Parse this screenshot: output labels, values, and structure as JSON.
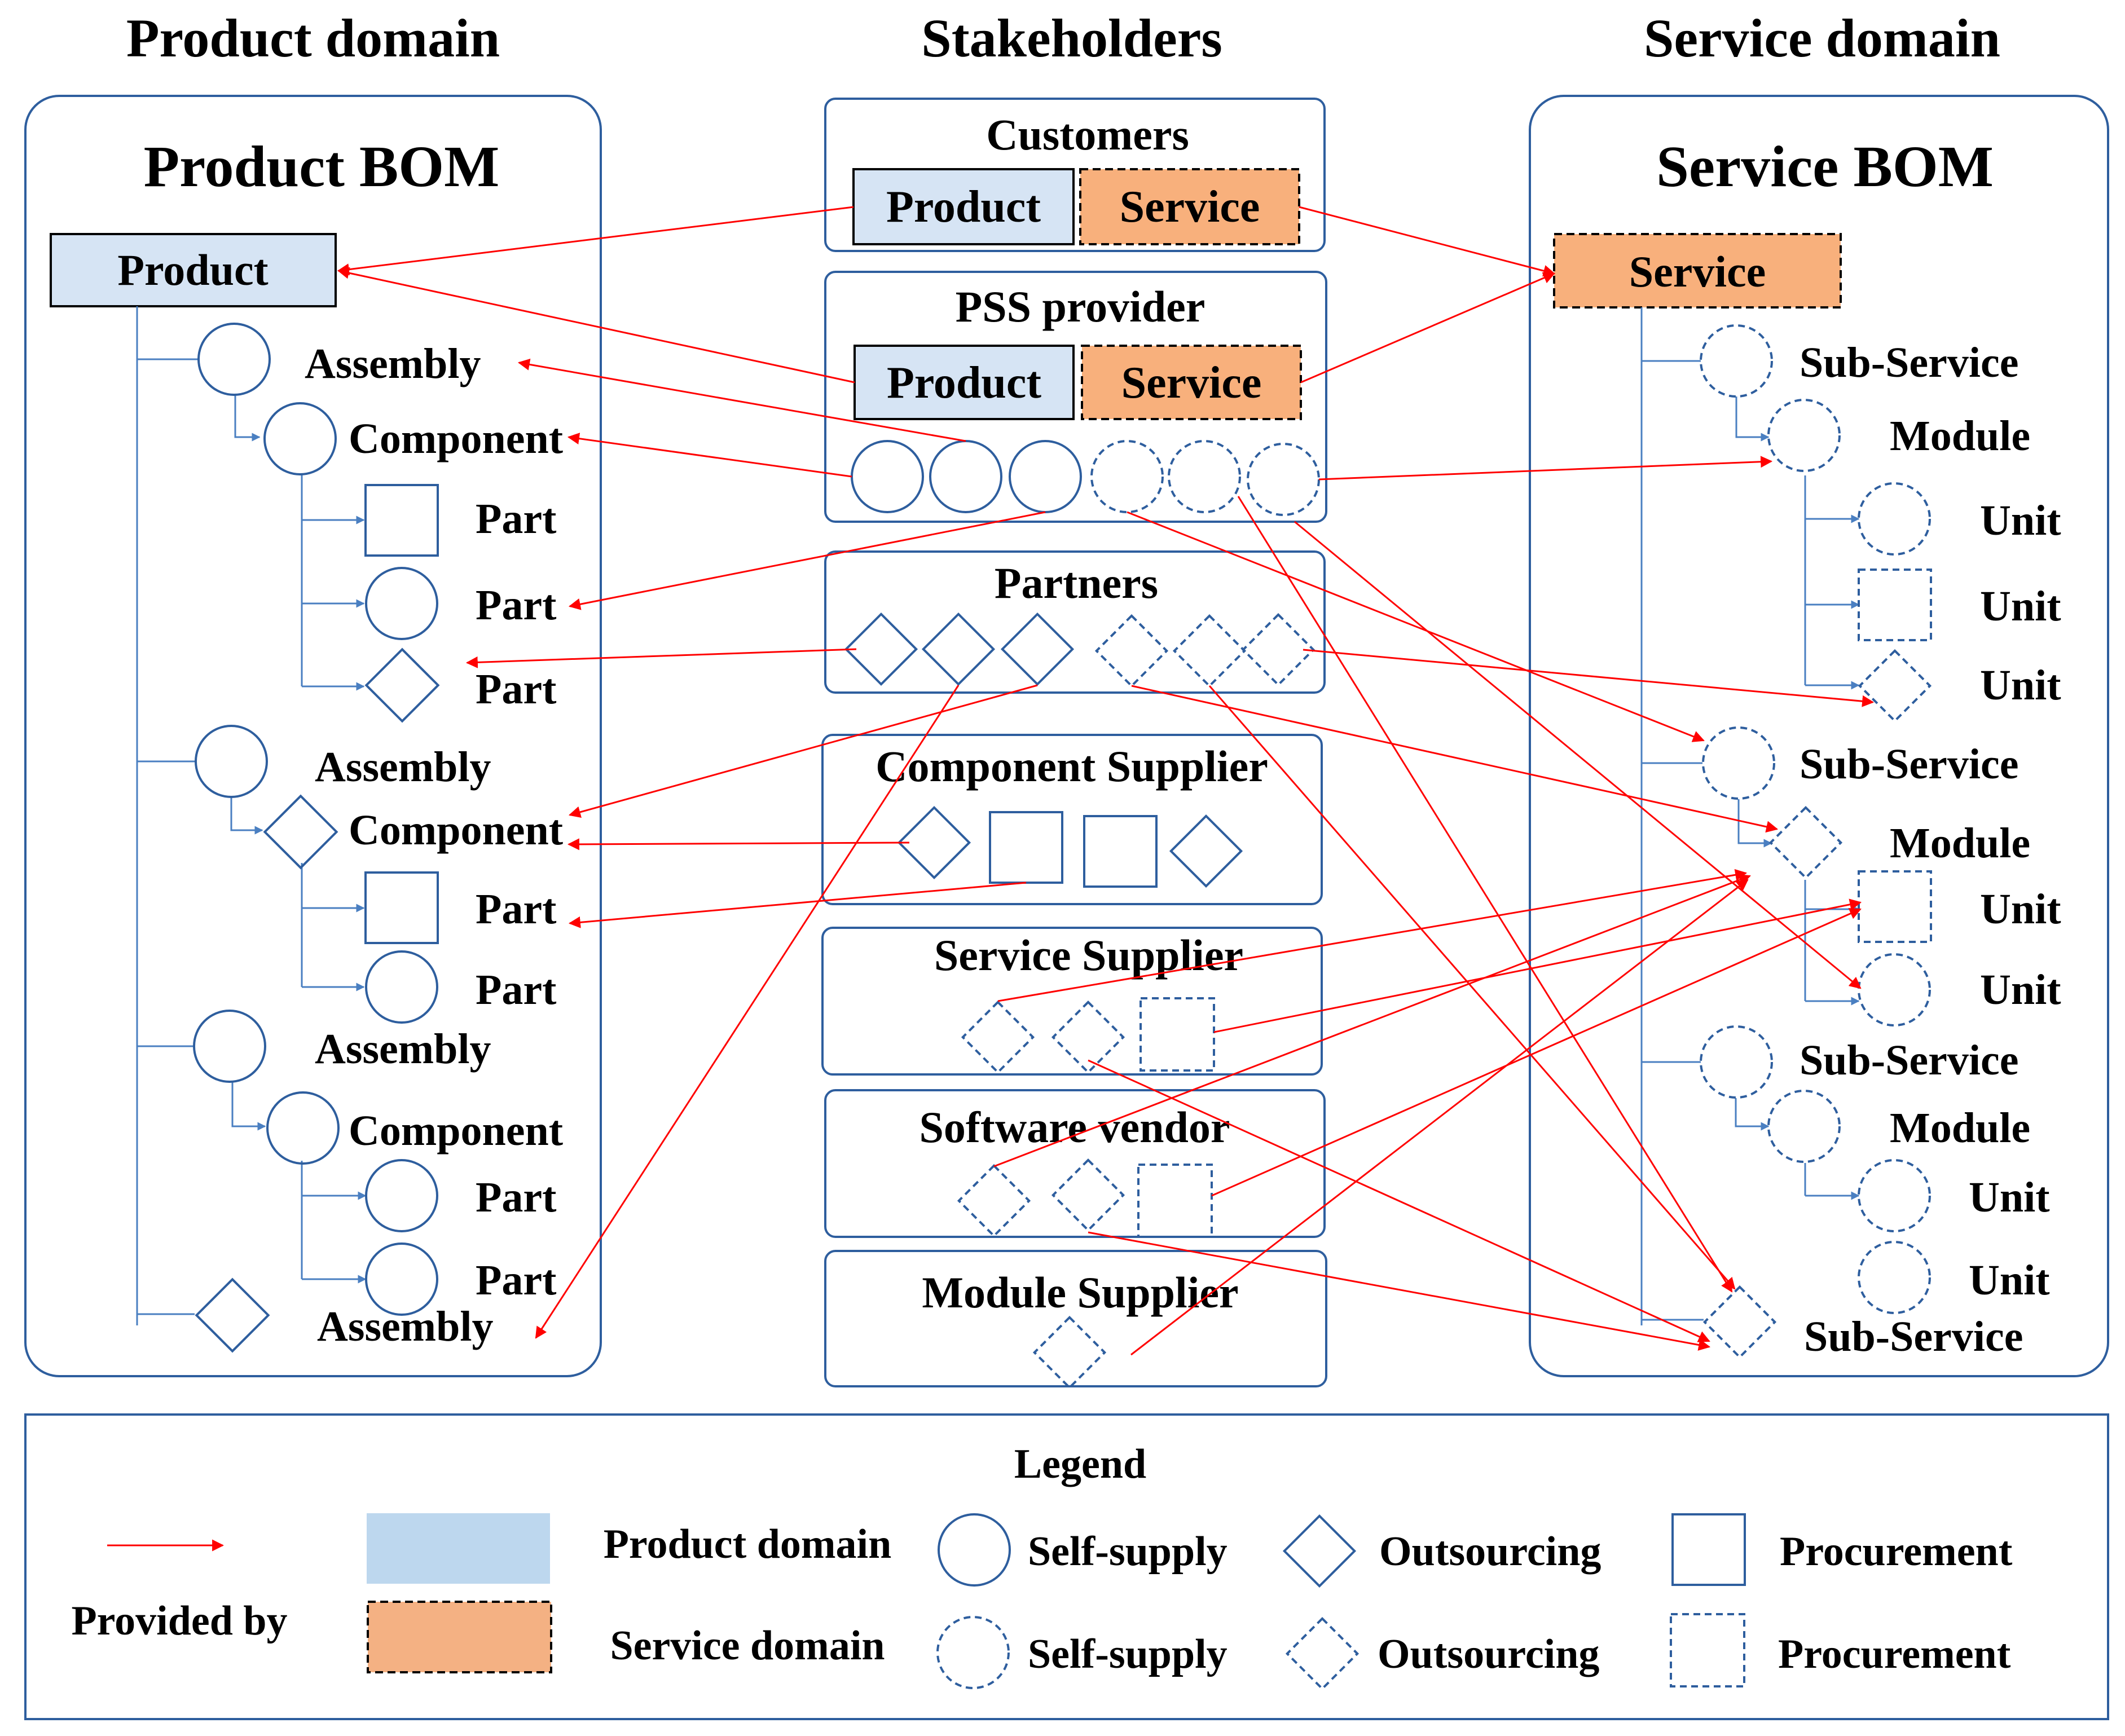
{
  "headings": {
    "product_domain": "Product domain",
    "stakeholders": "Stakeholders",
    "service_domain": "Service domain"
  },
  "product_bom": {
    "title": "Product BOM",
    "root": "Product",
    "labels": [
      "Assembly",
      "Component",
      "Part",
      "Part",
      "Part",
      "Assembly",
      "Component",
      "Part",
      "Part",
      "Assembly",
      "Component",
      "Part",
      "Part",
      "Assembly"
    ]
  },
  "service_bom": {
    "title": "Service BOM",
    "root": "Service",
    "labels": [
      "Sub-Service",
      "Module",
      "Unit",
      "Unit",
      "Unit",
      "Sub-Service",
      "Module",
      "Unit",
      "Unit",
      "Sub-Service",
      "Module",
      "Unit",
      "Unit",
      "Sub-Service"
    ]
  },
  "stakeholders": {
    "customers": {
      "title": "Customers",
      "product": "Product",
      "service": "Service"
    },
    "pss_provider": {
      "title": "PSS provider",
      "product": "Product",
      "service": "Service"
    },
    "partners": {
      "title": "Partners"
    },
    "component_supplier": {
      "title": "Component Supplier"
    },
    "service_supplier": {
      "title": "Service Supplier"
    },
    "software_vendor": {
      "title": "Software vendor"
    },
    "module_supplier": {
      "title": "Module Supplier"
    }
  },
  "legend": {
    "title": "Legend",
    "provided_by": "Provided by",
    "product_domain": "Product domain",
    "service_domain": "Service domain",
    "self_supply": "Self-supply",
    "outsourcing": "Outsourcing",
    "procurement": "Procurement",
    "self_supply_dashed": "Self-supply",
    "outsourcing_dashed": "Outsourcing",
    "procurement_dashed": "Procurement"
  },
  "colors": {
    "stroke_blue": "#2E5E9E",
    "tree_line": "#4A7FC1",
    "arrow_red": "#FF0000",
    "product_fill": "#D6E4F4",
    "service_fill": "#F8B07C",
    "legend_product": "#BDD7EE",
    "legend_service": "#F4B183"
  }
}
